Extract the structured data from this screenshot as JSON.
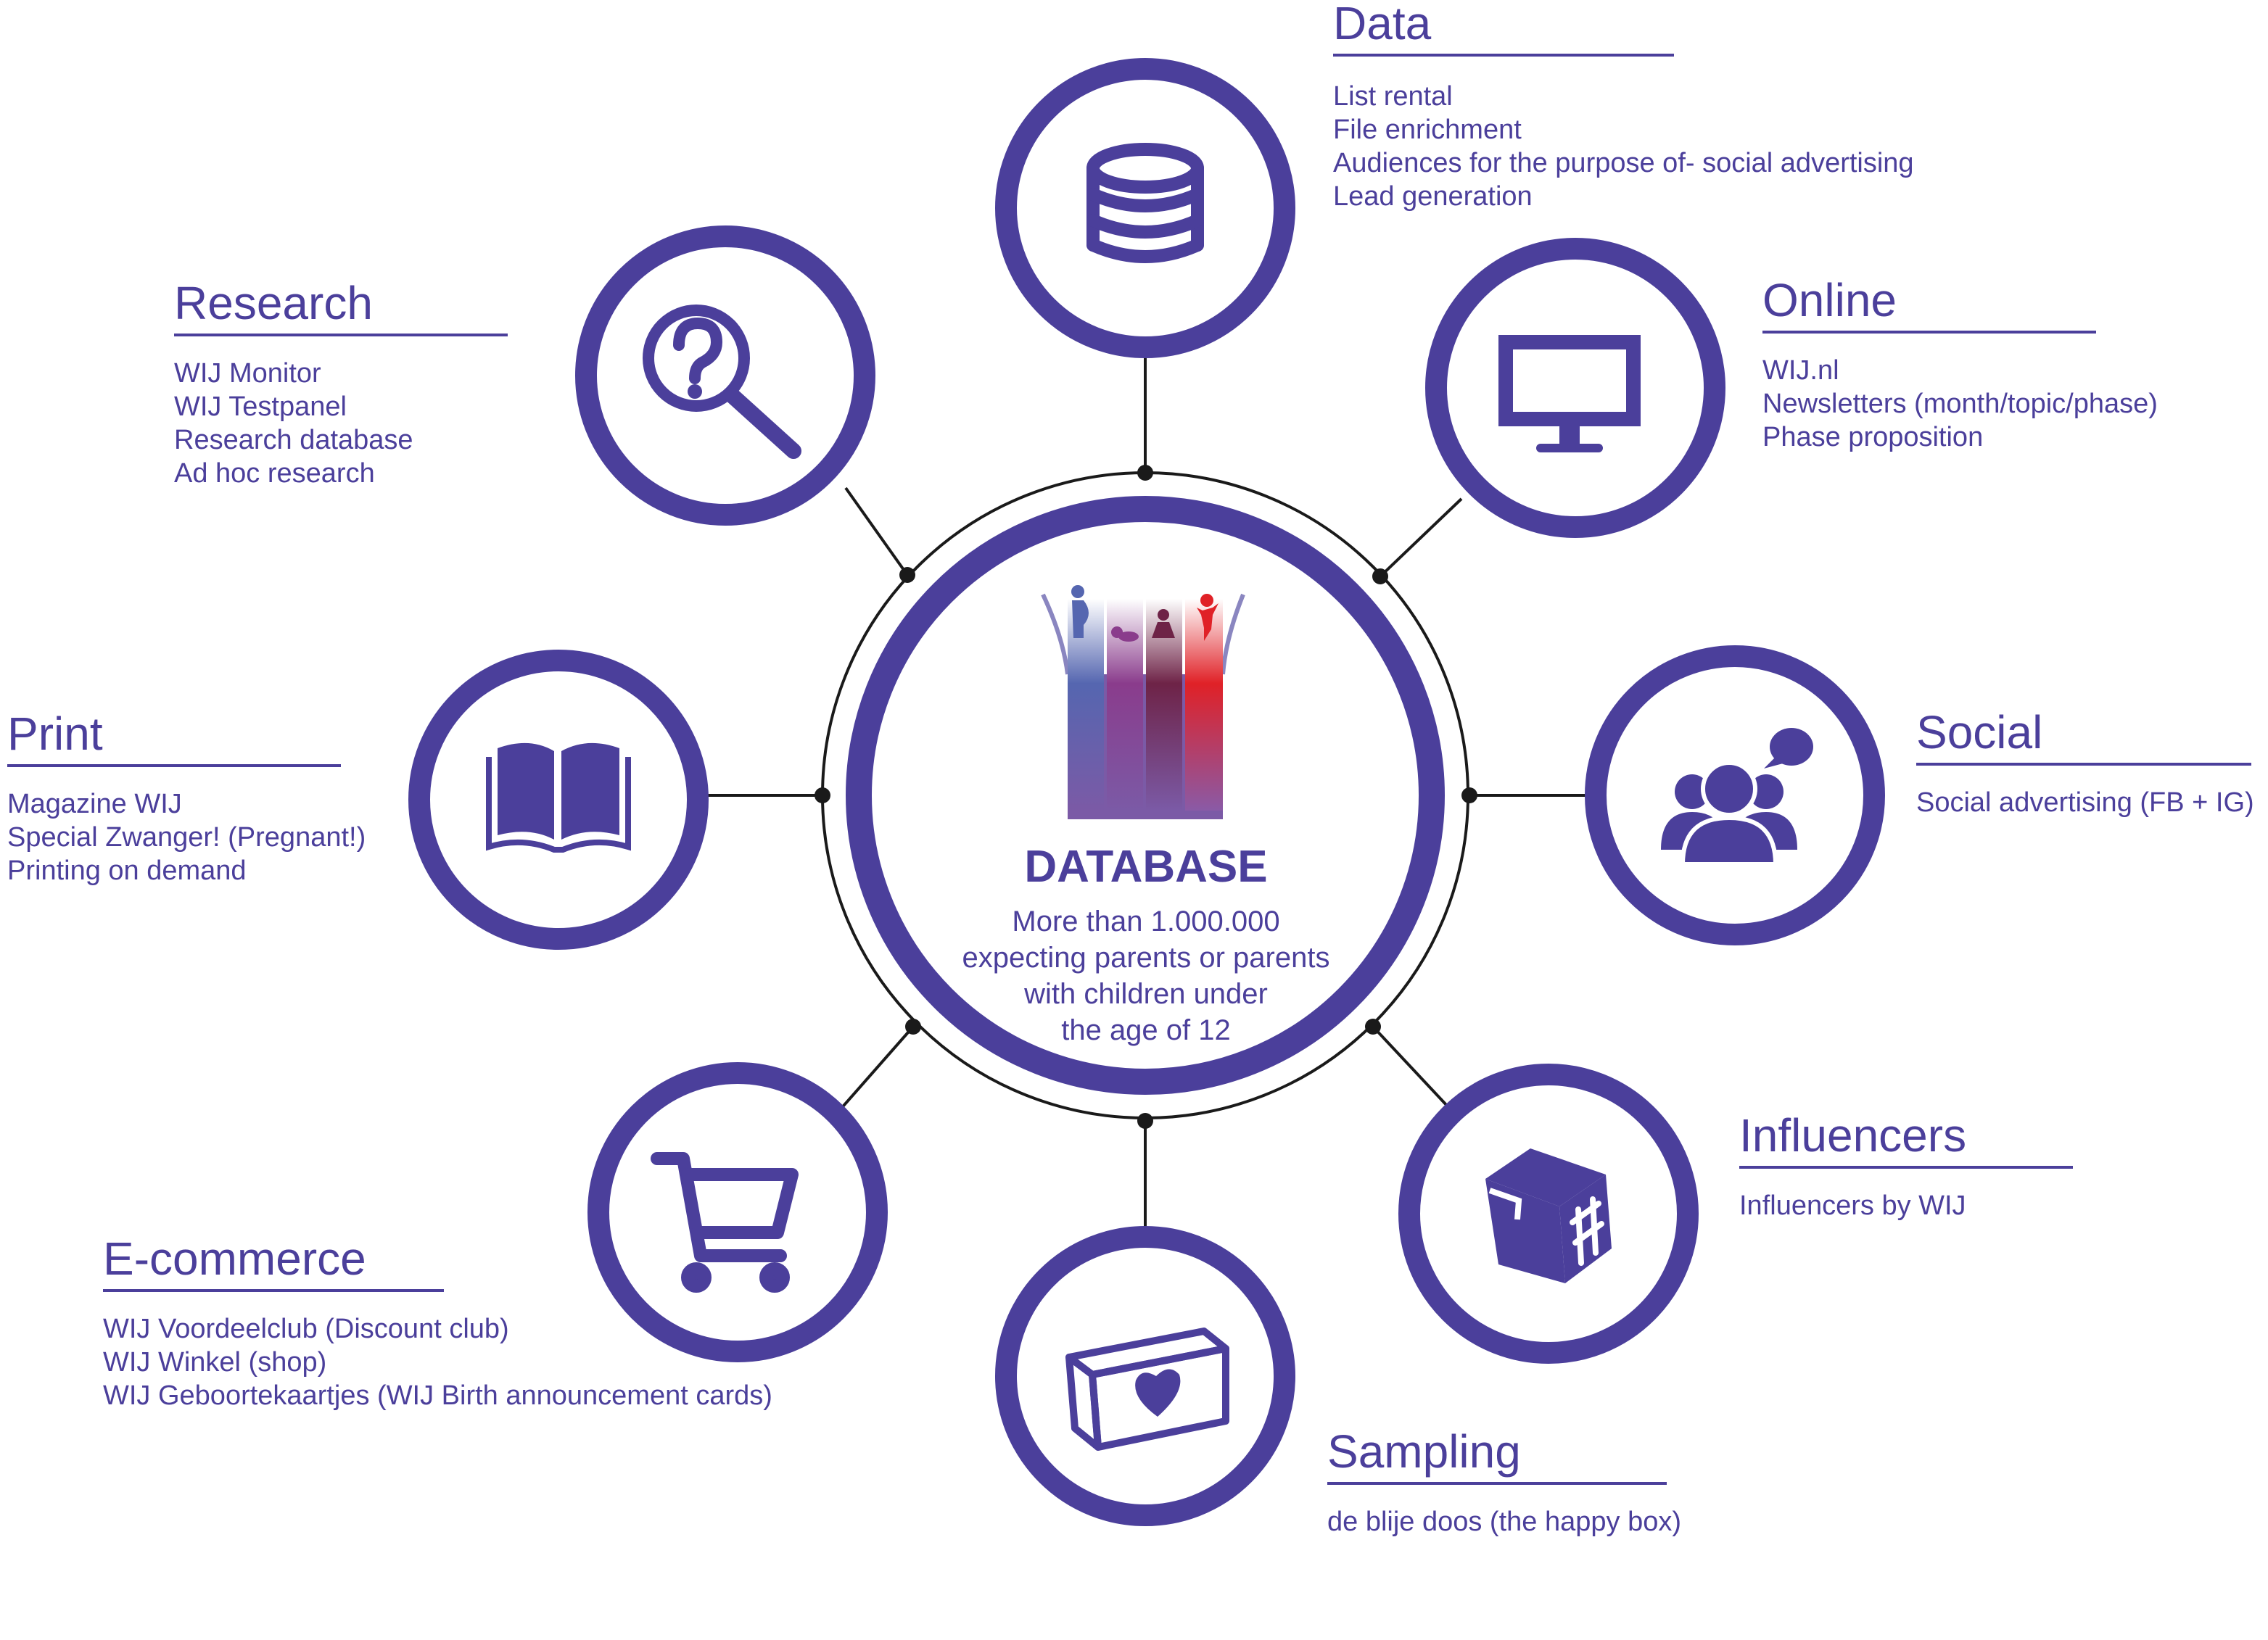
{
  "center": {
    "title": "DATABASE",
    "description_lines": [
      "More than 1.000.000",
      "expecting parents or parents",
      "with children under",
      "the age of 12"
    ]
  },
  "nodes": [
    {
      "id": "data",
      "icon": "database-icon",
      "title": "Data",
      "items": [
        "List rental",
        "File enrichment",
        "Audiences for the purpose of- social advertising",
        "Lead generation"
      ]
    },
    {
      "id": "online",
      "icon": "monitor-icon",
      "title": "Online",
      "items": [
        "WIJ.nl",
        "Newsletters (month/topic/phase)",
        "Phase proposition"
      ]
    },
    {
      "id": "social",
      "icon": "people-chat-icon",
      "title": "Social",
      "items": [
        "Social advertising (FB + IG)"
      ]
    },
    {
      "id": "influencers",
      "icon": "hashtag-box-icon",
      "title": "Influencers",
      "items": [
        "Influencers by WIJ"
      ]
    },
    {
      "id": "sampling",
      "icon": "heart-box-icon",
      "title": "Sampling",
      "items": [
        "de blije doos (the happy box)"
      ]
    },
    {
      "id": "ecommerce",
      "icon": "shopping-cart-icon",
      "title": "E-commerce",
      "items": [
        "WIJ Voordeelclub (Discount club)",
        "WIJ Winkel (shop)",
        "WIJ Geboortekaartjes (WIJ Birth announcement cards)"
      ]
    },
    {
      "id": "print",
      "icon": "open-book-icon",
      "title": "Print",
      "items": [
        "Magazine WIJ",
        "Special Zwanger! (Pregnant!)",
        "Printing on demand"
      ]
    },
    {
      "id": "research",
      "icon": "magnifier-question-icon",
      "title": "Research",
      "items": [
        "WIJ Monitor",
        "WIJ Testpanel",
        "Research database",
        "Ad hoc research"
      ]
    }
  ],
  "colors": {
    "primary": "#4b3f9b",
    "connector": "#1a1a1a",
    "bar_blue": "#5566b0",
    "bar_purple": "#8a3c8c",
    "bar_plum": "#6e2347",
    "bar_red": "#e02127"
  }
}
